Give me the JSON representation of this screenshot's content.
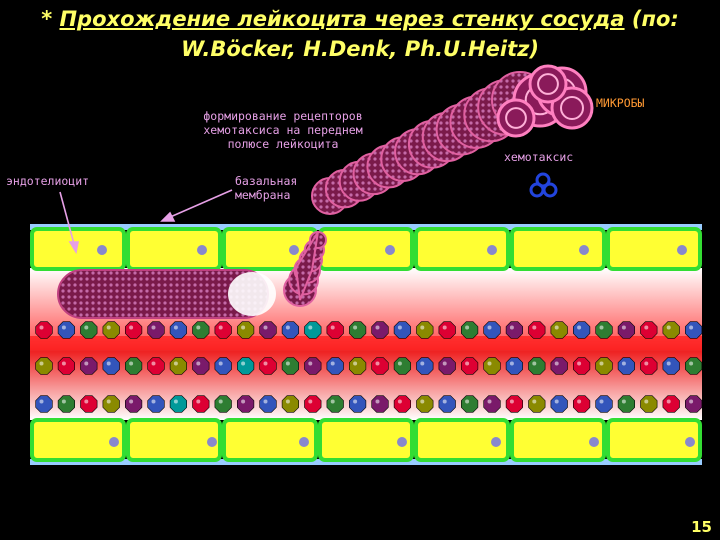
{
  "title": {
    "line1_star": "* ",
    "line1_underlined": "Прохождение лейкоцита через стенку сосуда",
    "line1_rest": " (по:",
    "line2": "W.Böcker, H.Denk, Ph.U.Heitz)"
  },
  "labels": {
    "receptors": [
      "формирование рецепторов",
      "хемотаксиса на переднем",
      "полюсе лейкоцита"
    ],
    "endothelium": "эндотелиоцит",
    "basal_membrane": [
      "базальная",
      "мембрана"
    ],
    "microbes": "МИКРОБЫ",
    "chemotaxis": "хемотаксис"
  },
  "page_number": "15",
  "colors": {
    "background": "#000000",
    "title": "#FFFF66",
    "cell_fill": "#FFFF33",
    "cell_border": "#33DD33",
    "membrane": "#99CCFF",
    "nucleus": "#8888CC",
    "leukocyte": "#7A1A4A",
    "blood_stream": "#FF3333",
    "rbc_palette": [
      "#DD0033",
      "#3355BB",
      "#2E7D32",
      "#7A1A6A",
      "#8A8A00",
      "#009999"
    ]
  },
  "icons": [
    "chemotaxis-molecule-icon"
  ]
}
